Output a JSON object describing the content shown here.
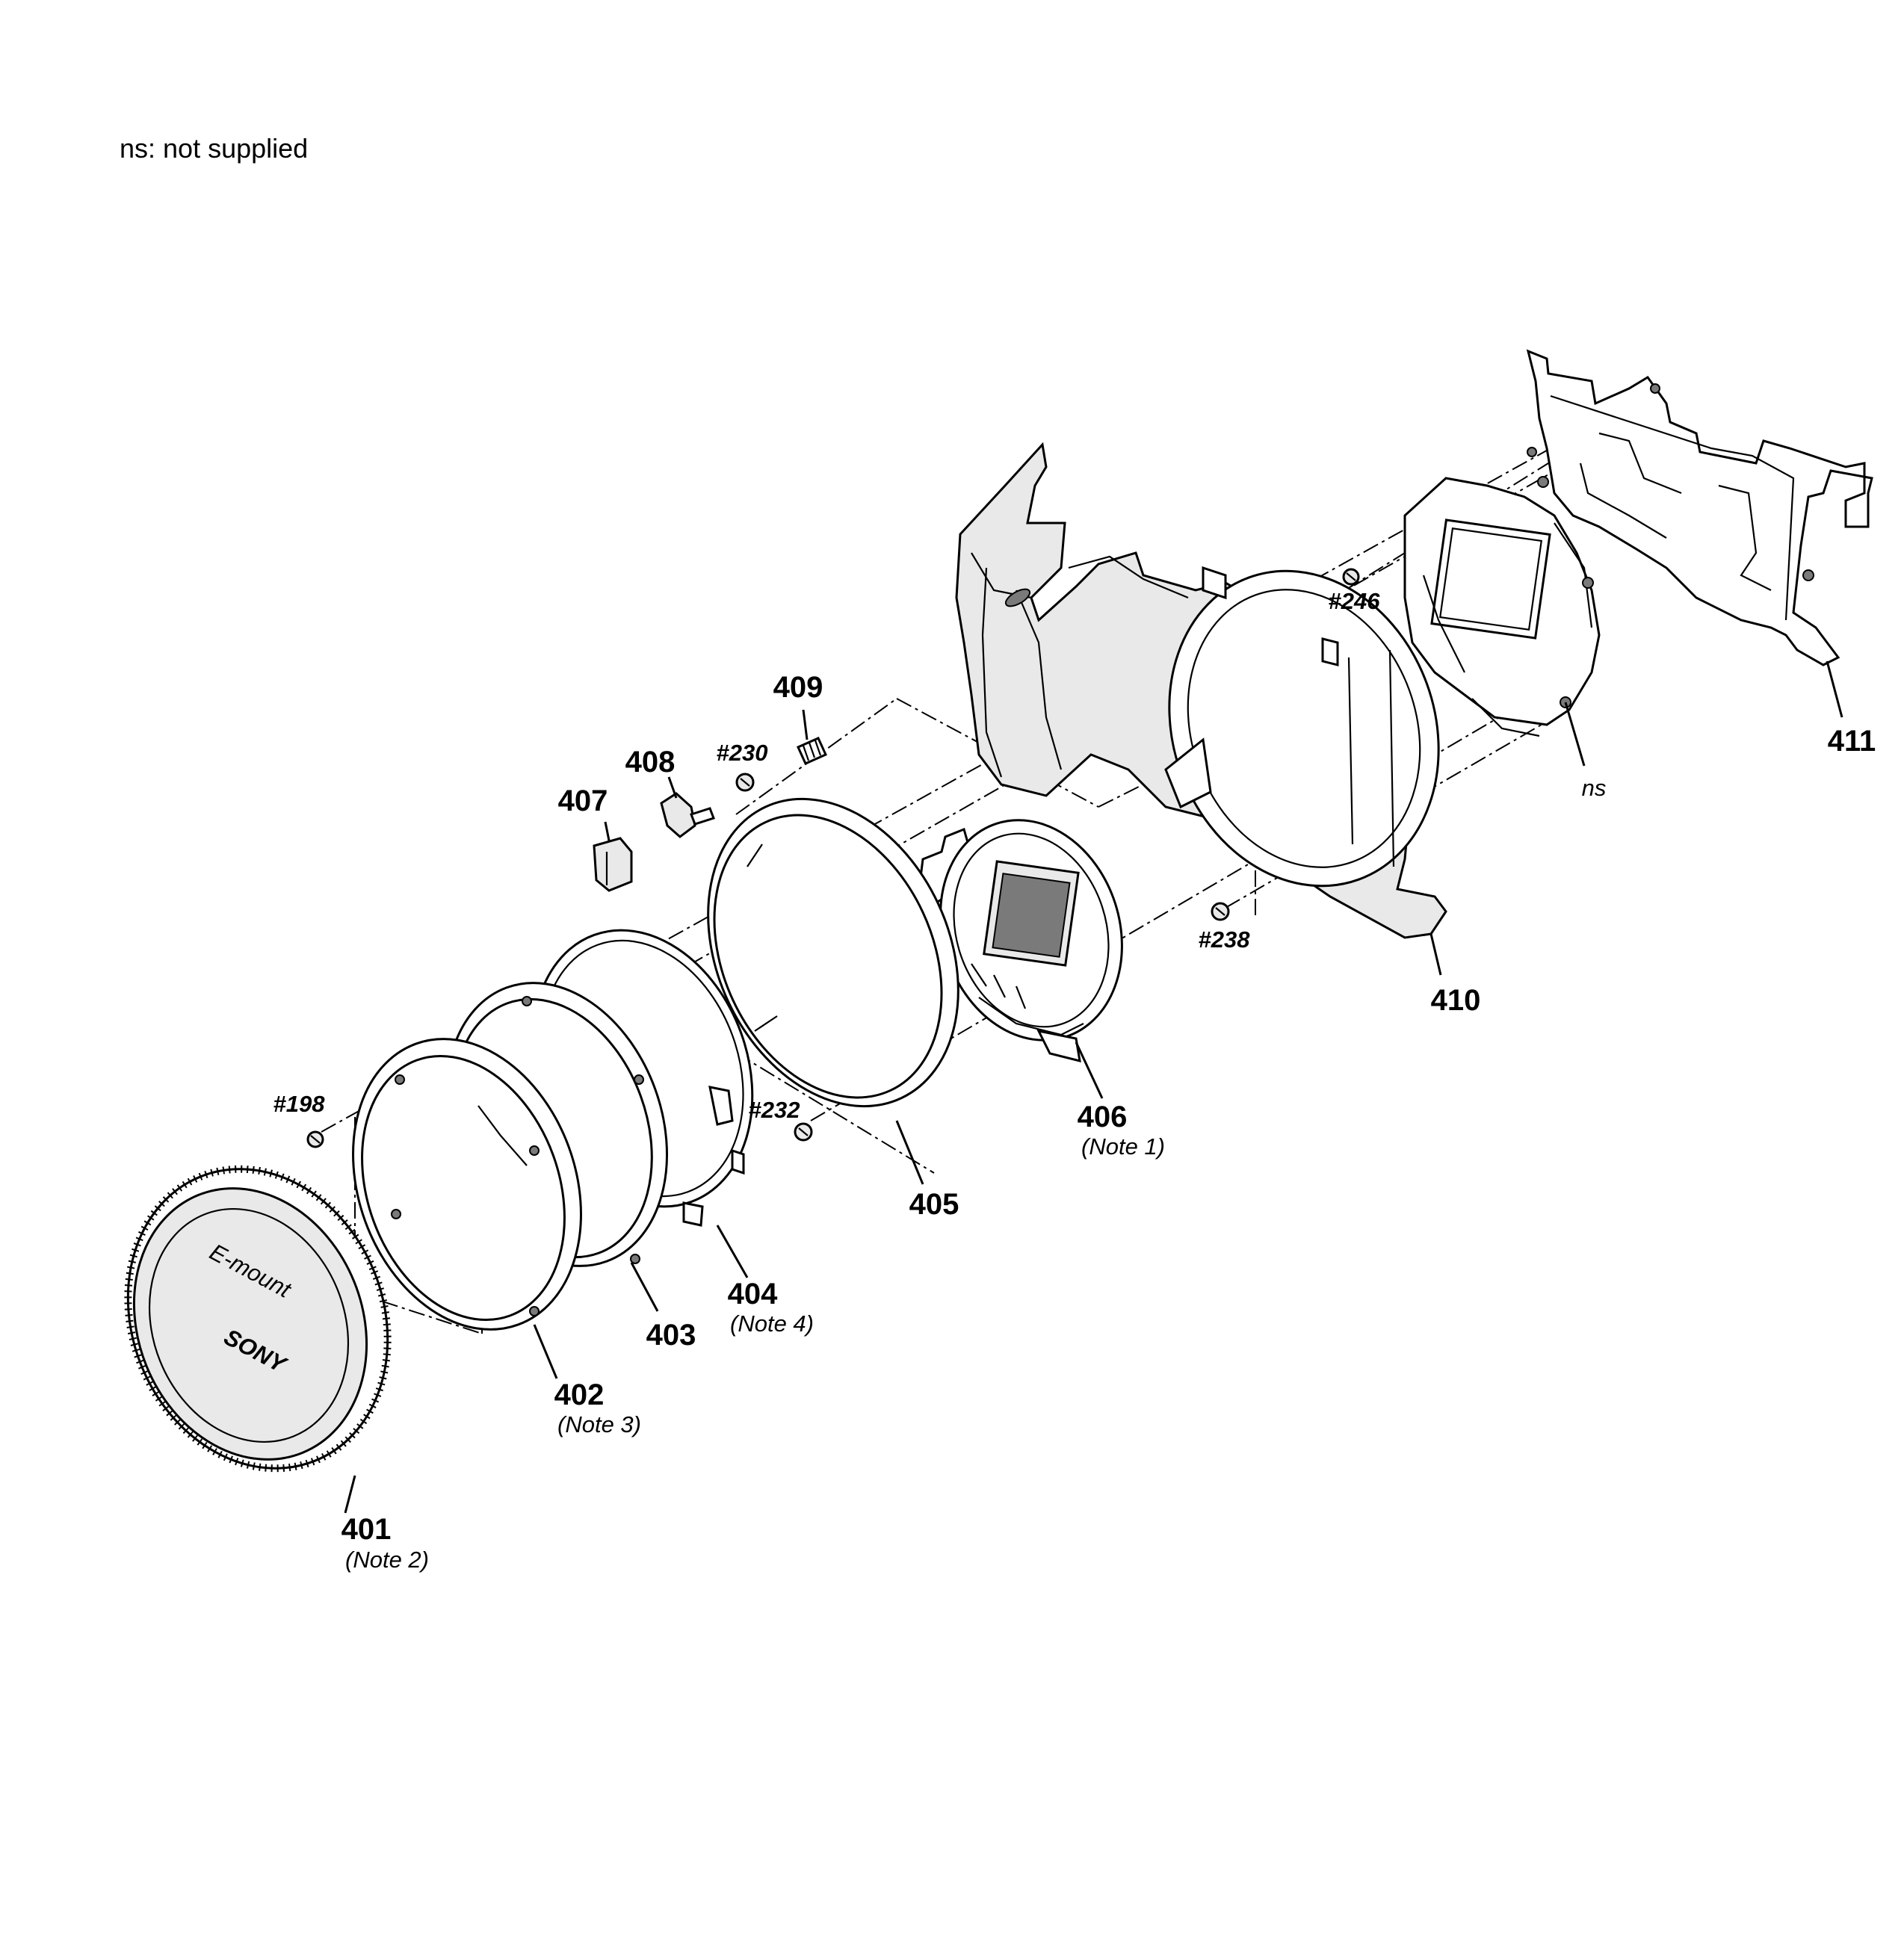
{
  "header_note": "ns: not supplied",
  "parts": {
    "p401": {
      "number": "401",
      "note": "(Note 2)"
    },
    "p402": {
      "number": "402",
      "note": "(Note 3)"
    },
    "p403": {
      "number": "403"
    },
    "p404": {
      "number": "404",
      "note": "(Note 4)"
    },
    "p405": {
      "number": "405"
    },
    "p406": {
      "number": "406",
      "note": "(Note 1)"
    },
    "p407": {
      "number": "407"
    },
    "p408": {
      "number": "408"
    },
    "p409": {
      "number": "409"
    },
    "p410": {
      "number": "410"
    },
    "p411": {
      "number": "411"
    },
    "ns": {
      "label": "ns"
    }
  },
  "screws": {
    "s198": "#198",
    "s230": "#230",
    "s232": "#232",
    "s238": "#238",
    "s246": "#246"
  },
  "cap_branding": {
    "logo": "SONY",
    "mount_mark": "E-mount"
  }
}
